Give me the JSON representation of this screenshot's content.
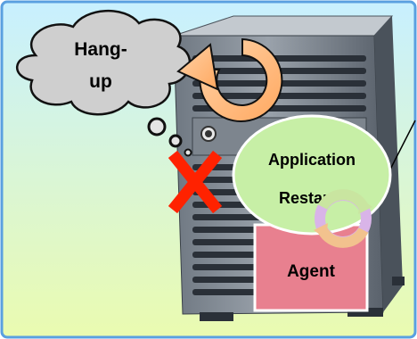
{
  "cloud": {
    "line1": "Hang-",
    "line2": "up"
  },
  "bubble": {
    "line1": "Application",
    "line2": "Restart"
  },
  "agent": {
    "label": "Agent"
  },
  "colors": {
    "panel_top": "#c8f0ff",
    "panel_bottom": "#eafbb0",
    "panel_border": "#5aa0e0",
    "cloud_fill": "#cfcfcf",
    "arrow_fill": "#ffbb80",
    "bubble_fill": "#c7efa6",
    "agent_fill": "#e8808f",
    "cross": "#ff2200",
    "server_body": "#8c949e",
    "server_dark": "#2a3038"
  },
  "icons": {
    "hang_arrow": "circular-arrow-icon",
    "failure": "red-x-icon",
    "restart": "refresh-cycle-icon"
  }
}
